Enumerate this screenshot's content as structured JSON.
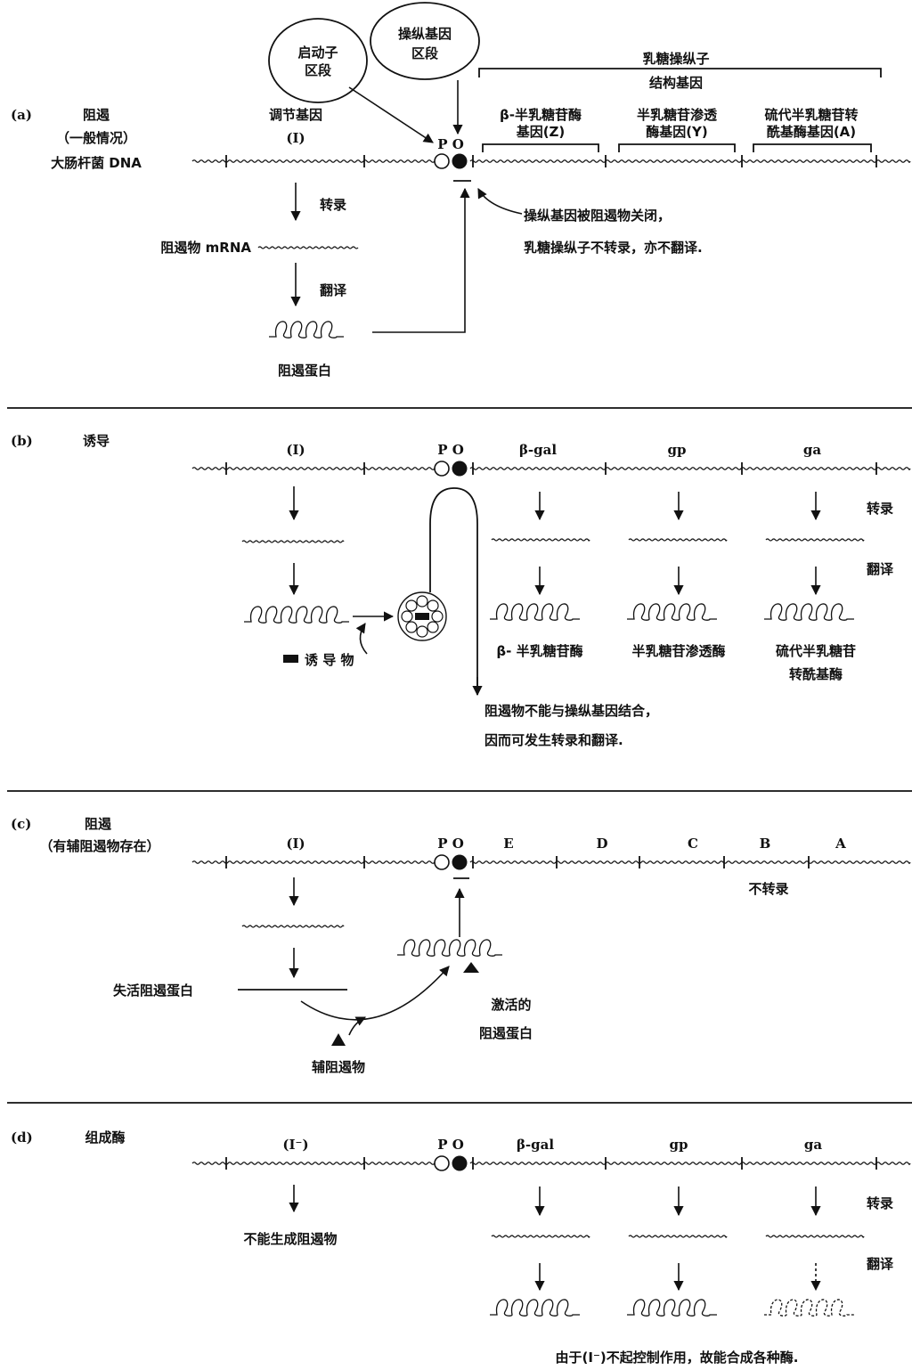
{
  "callouts": {
    "promoter": [
      "启动子",
      "区段"
    ],
    "operator": [
      "操纵基因",
      "区段"
    ]
  },
  "operon": {
    "title": "乳糖操纵子",
    "subtitle": "结构基因"
  },
  "po_label": "P O",
  "transcription": "转录",
  "translation": "翻译",
  "panel_a": {
    "tag": "(a)",
    "heading": [
      "阻遏",
      "（一般情况）",
      "大肠杆菌 DNA"
    ],
    "regulator": [
      "调节基因",
      "(I)"
    ],
    "gene_z": [
      "β-半乳糖苷酶",
      "基因(Z)"
    ],
    "gene_y": [
      "半乳糖苷渗透",
      "酶基因(Y)"
    ],
    "gene_a": [
      "硫代半乳糖苷转",
      "酰基酶基因(A)"
    ],
    "note": [
      "操纵基因被阻遏物关闭，",
      "乳糖操纵子不转录，亦不翻译."
    ],
    "mrna_label": "阻遏物 mRNA",
    "protein_label": "阻遏蛋白"
  },
  "panel_b": {
    "tag": "(b)",
    "heading": "诱导",
    "regulator": "(I)",
    "genes": [
      "β-gal",
      "gp",
      "ga"
    ],
    "inducer": "诱 导 物",
    "enzymes": [
      "β- 半乳糖苷酶",
      "半乳糖苷渗透酶",
      "硫代半乳糖苷",
      "转酰基酶"
    ],
    "note": [
      "阻遏物不能与操纵基因结合，",
      "因而可发生转录和翻译."
    ]
  },
  "panel_c": {
    "tag": "(c)",
    "heading": [
      "阻遏",
      "（有辅阻遏物存在）"
    ],
    "regulator": "(I)",
    "genes": [
      "E",
      "D",
      "C",
      "B",
      "A"
    ],
    "no_transcription": "不转录",
    "inactive": "失活阻遏蛋白",
    "corepressor": "辅阻遏物",
    "active": [
      "激活的",
      "阻遏蛋白"
    ]
  },
  "panel_d": {
    "tag": "(d)",
    "heading": "组成酶",
    "regulator": "(I⁻)",
    "genes": [
      "β-gal",
      "gp",
      "ga"
    ],
    "no_repressor": "不能生成阻遏物",
    "note": "由于(I⁻)不起控制作用，故能合成各种酶."
  }
}
